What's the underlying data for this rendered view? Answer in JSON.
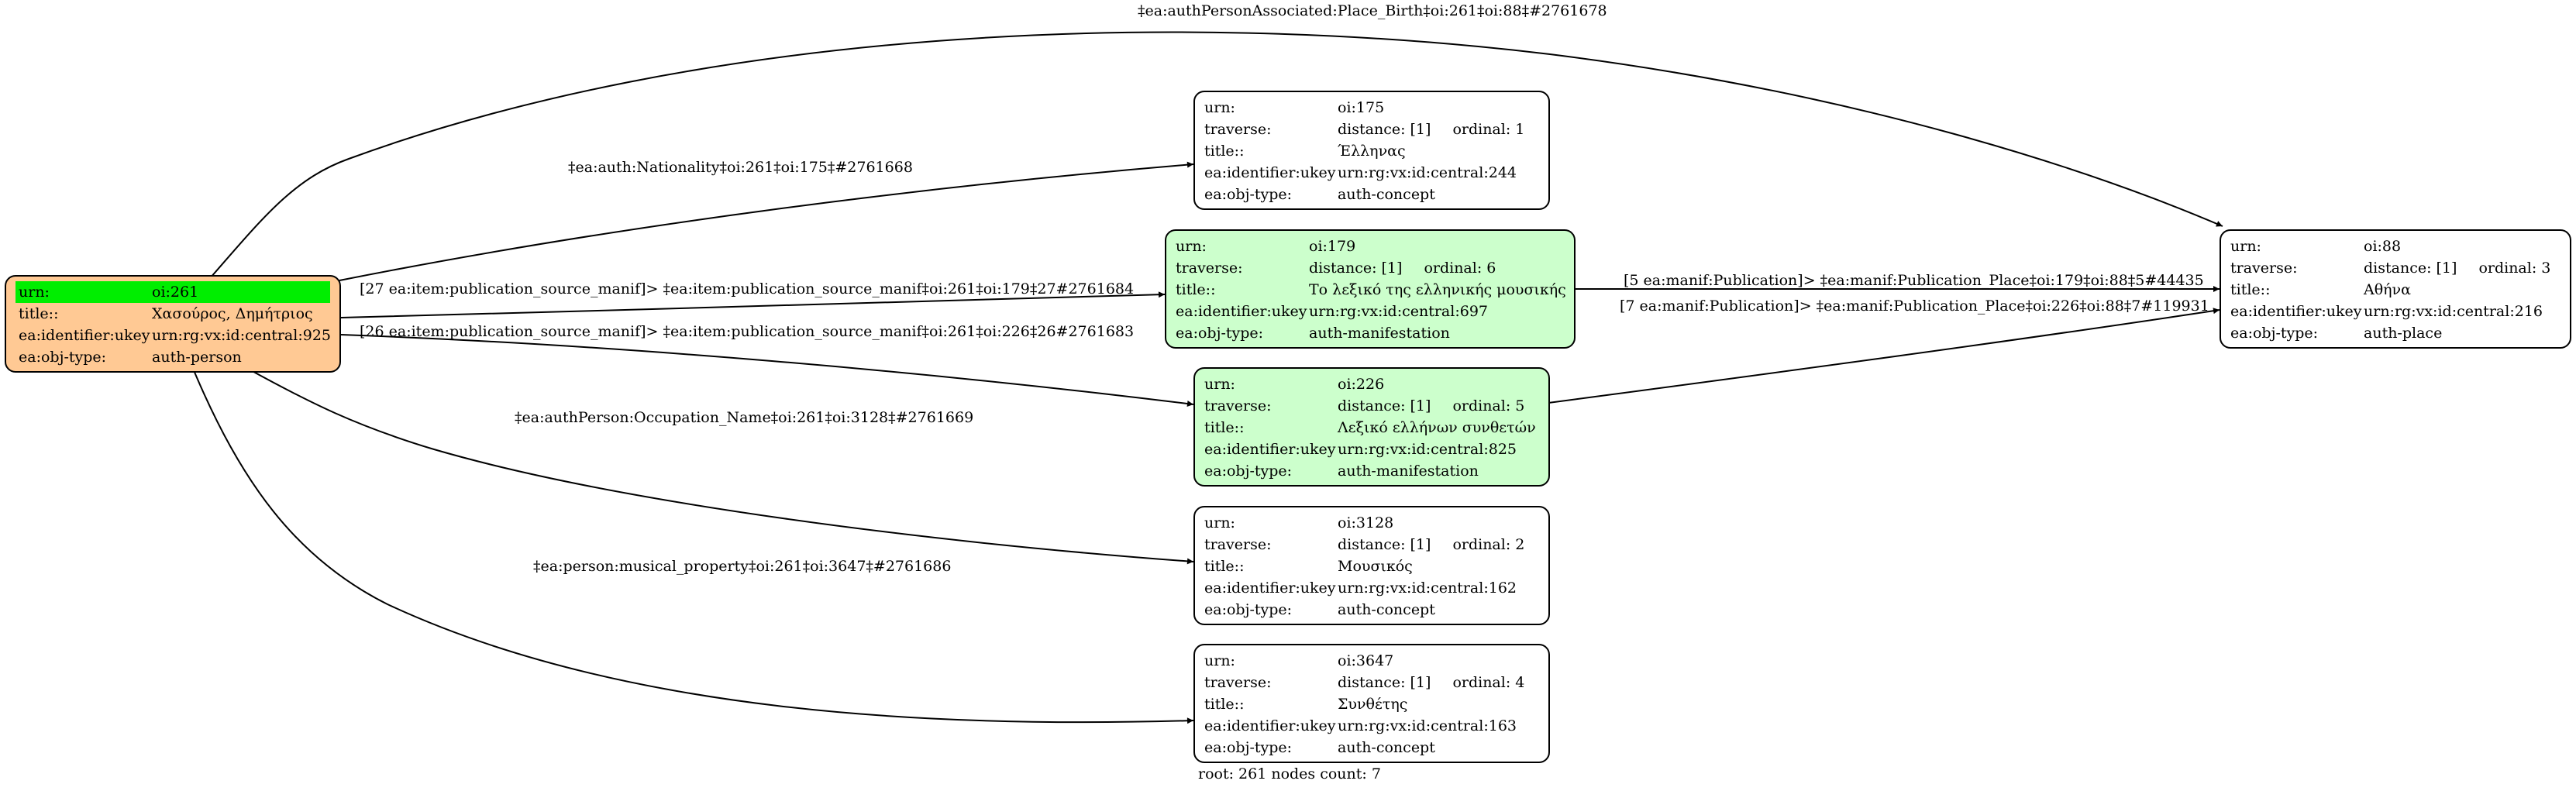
{
  "nodes": [
    {
      "id": "root",
      "fill": "#ffc994",
      "highlight": "#00ee00",
      "rows": [
        {
          "k": "urn:",
          "v": "oi:261"
        },
        {
          "k": "title::",
          "v": "Χασούρος, Δημήτριος"
        },
        {
          "k": "ea:identifier:ukey",
          "v": "urn:rg:vx:id:central:925"
        },
        {
          "k": "ea:obj-type:",
          "v": "auth-person"
        }
      ]
    },
    {
      "id": "n175",
      "fill": "#ffffff",
      "rows": [
        {
          "k": "urn:",
          "v": "oi:175"
        },
        {
          "k": "traverse:",
          "v": "distance: [1]",
          "v2": "ordinal: 1"
        },
        {
          "k": "title::",
          "v": "Έλληνας"
        },
        {
          "k": "ea:identifier:ukey",
          "v": "urn:rg:vx:id:central:244"
        },
        {
          "k": "ea:obj-type:",
          "v": "auth-concept"
        }
      ]
    },
    {
      "id": "n179",
      "fill": "#ccffcc",
      "rows": [
        {
          "k": "urn:",
          "v": "oi:179"
        },
        {
          "k": "traverse:",
          "v": "distance: [1]",
          "v2": "ordinal: 6"
        },
        {
          "k": "title::",
          "v": "Το λεξικό της ελληνικής μουσικής"
        },
        {
          "k": "ea:identifier:ukey",
          "v": "urn:rg:vx:id:central:697"
        },
        {
          "k": "ea:obj-type:",
          "v": "auth-manifestation"
        }
      ]
    },
    {
      "id": "n226",
      "fill": "#ccffcc",
      "rows": [
        {
          "k": "urn:",
          "v": "oi:226"
        },
        {
          "k": "traverse:",
          "v": "distance: [1]",
          "v2": "ordinal: 5"
        },
        {
          "k": "title::",
          "v": "Λεξικό ελλήνων συνθετών"
        },
        {
          "k": "ea:identifier:ukey",
          "v": "urn:rg:vx:id:central:825"
        },
        {
          "k": "ea:obj-type:",
          "v": "auth-manifestation"
        }
      ]
    },
    {
      "id": "n3128",
      "fill": "#ffffff",
      "rows": [
        {
          "k": "urn:",
          "v": "oi:3128"
        },
        {
          "k": "traverse:",
          "v": "distance: [1]",
          "v2": "ordinal: 2"
        },
        {
          "k": "title::",
          "v": "Μουσικός"
        },
        {
          "k": "ea:identifier:ukey",
          "v": "urn:rg:vx:id:central:162"
        },
        {
          "k": "ea:obj-type:",
          "v": "auth-concept"
        }
      ]
    },
    {
      "id": "n3647",
      "fill": "#ffffff",
      "rows": [
        {
          "k": "urn:",
          "v": "oi:3647"
        },
        {
          "k": "traverse:",
          "v": "distance: [1]",
          "v2": "ordinal: 4"
        },
        {
          "k": "title::",
          "v": "Συνθέτης"
        },
        {
          "k": "ea:identifier:ukey",
          "v": "urn:rg:vx:id:central:163"
        },
        {
          "k": "ea:obj-type:",
          "v": "auth-concept"
        }
      ]
    },
    {
      "id": "n88",
      "fill": "#ffffff",
      "rows": [
        {
          "k": "urn:",
          "v": "oi:88"
        },
        {
          "k": "traverse:",
          "v": "distance: [1]",
          "v2": "ordinal: 3"
        },
        {
          "k": "title::",
          "v": "Αθήνα"
        },
        {
          "k": "ea:identifier:ukey",
          "v": "urn:rg:vx:id:central:216"
        },
        {
          "k": "ea:obj-type:",
          "v": "auth-place"
        }
      ]
    }
  ],
  "edges": [
    {
      "id": "e-birth",
      "from": "root",
      "to": "n88",
      "label": "‡ea:authPersonAssociated:Place_Birth‡oi:261‡oi:88‡#2761678"
    },
    {
      "id": "e-nationality",
      "from": "root",
      "to": "n175",
      "label": "‡ea:auth:Nationality‡oi:261‡oi:175‡#2761668"
    },
    {
      "id": "e-pubsrc-179",
      "from": "root",
      "to": "n179",
      "label": "[27 ea:item:publication_source_manif]> ‡ea:item:publication_source_manif‡oi:261‡oi:179‡27#2761684"
    },
    {
      "id": "e-pubsrc-226",
      "from": "root",
      "to": "n226",
      "label": "[26 ea:item:publication_source_manif]> ‡ea:item:publication_source_manif‡oi:261‡oi:226‡26#2761683"
    },
    {
      "id": "e-occupation",
      "from": "root",
      "to": "n3128",
      "label": "‡ea:authPerson:Occupation_Name‡oi:261‡oi:3128‡#2761669"
    },
    {
      "id": "e-musical",
      "from": "root",
      "to": "n3647",
      "label": "‡ea:person:musical_property‡oi:261‡oi:3647‡#2761686"
    },
    {
      "id": "e-pubplace-179",
      "from": "n179",
      "to": "n88",
      "label": "[5 ea:manif:Publication]> ‡ea:manif:Publication_Place‡oi:179‡oi:88‡5#44435"
    },
    {
      "id": "e-pubplace-226",
      "from": "n226",
      "to": "n88",
      "label": "[7 ea:manif:Publication]> ‡ea:manif:Publication_Place‡oi:226‡oi:88‡7#119931"
    }
  ],
  "footer": "root: 261 nodes count: 7"
}
